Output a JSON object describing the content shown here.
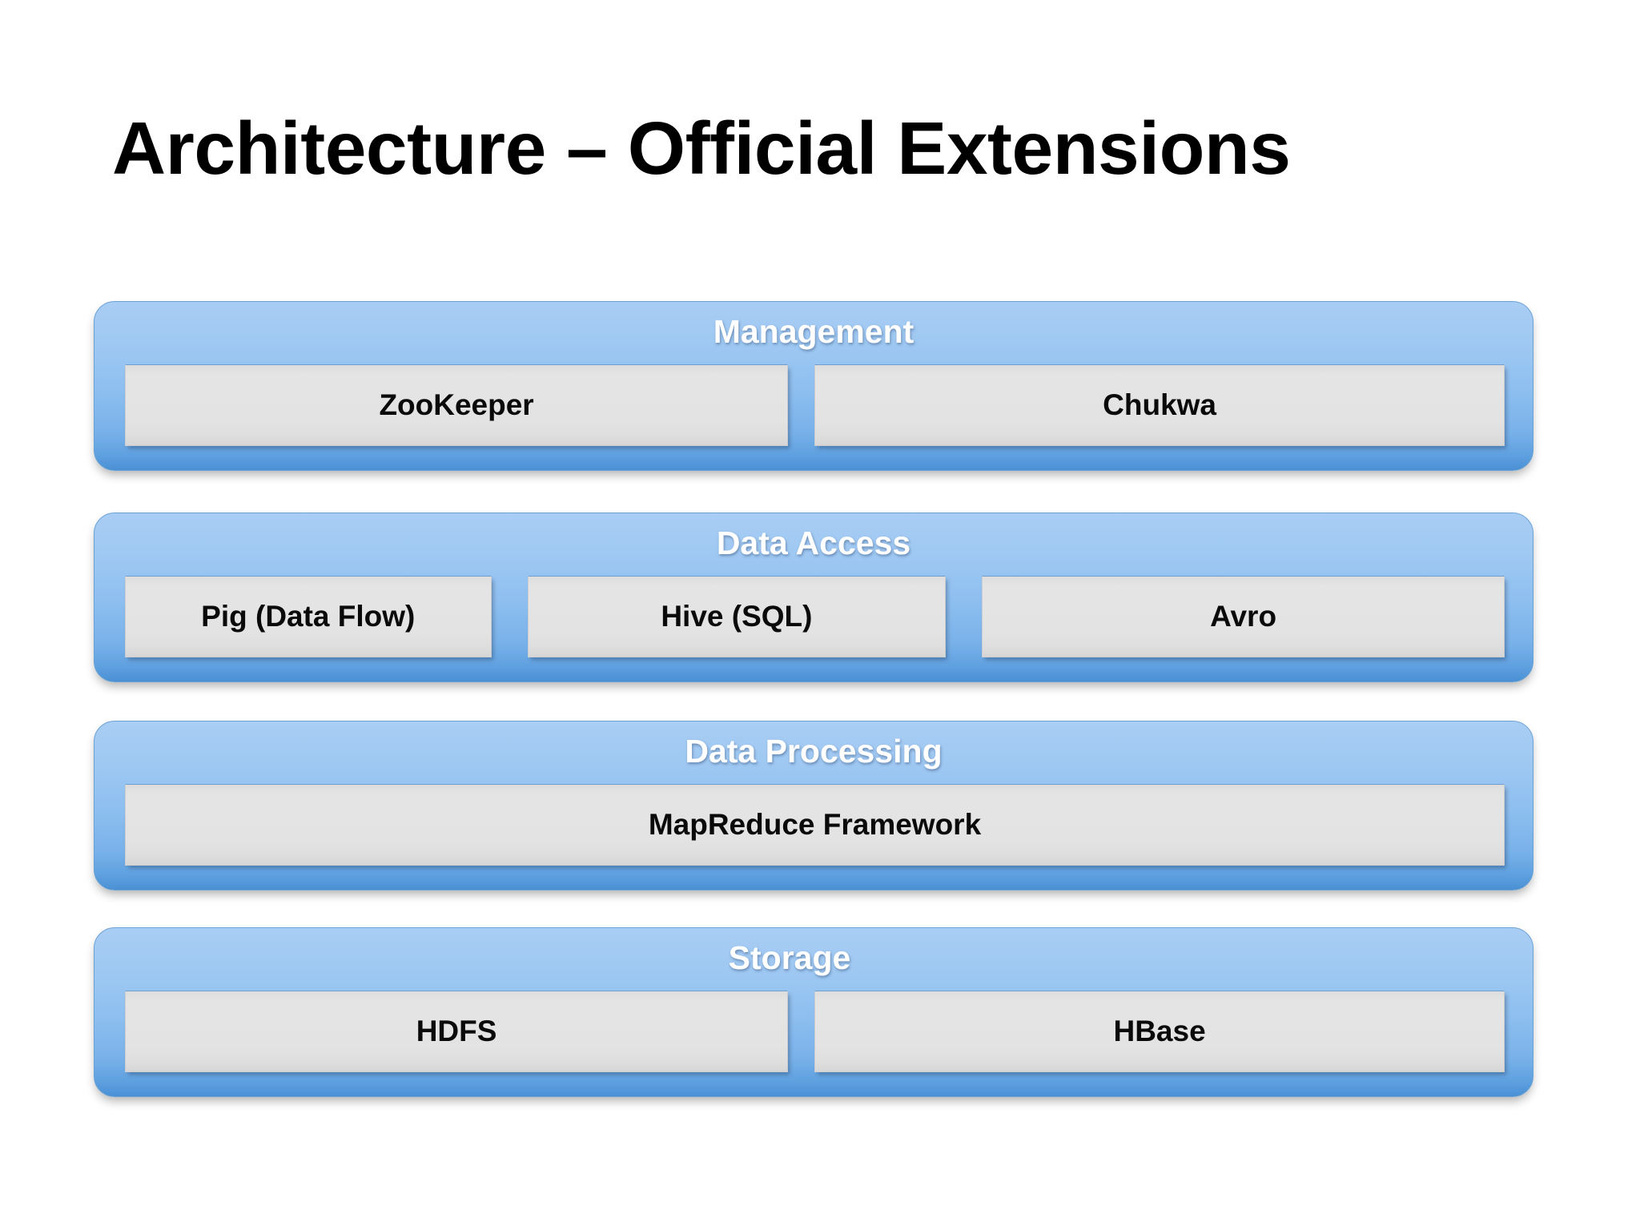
{
  "slide": {
    "title": "Architecture – Official Extensions",
    "background_color": "#ffffff"
  },
  "theme": {
    "layer_fill_top": "#a9cdf4",
    "layer_fill_bottom": "#4a90d4",
    "layer_border": "#6ba2d4",
    "layer_title_color": "#ffffff",
    "component_fill": "#e3e3e3",
    "component_border": "#c9cdd1",
    "component_text_color": "#0a0a0a"
  },
  "layers": [
    {
      "id": "management",
      "title": "Management",
      "components": [
        {
          "label": "ZooKeeper",
          "flex": 49
        },
        {
          "label": "Chukwa",
          "flex": 51
        }
      ]
    },
    {
      "id": "data-access",
      "title": "Data Access",
      "components": [
        {
          "label": "Pig (Data Flow)",
          "flex": 28
        },
        {
          "label": "Hive (SQL)",
          "flex": 32
        },
        {
          "label": "Avro",
          "flex": 40
        }
      ]
    },
    {
      "id": "data-processing",
      "title": "Data Processing",
      "components": [
        {
          "label": "MapReduce Framework",
          "flex": 100
        }
      ]
    },
    {
      "id": "storage",
      "title": "Storage",
      "components": [
        {
          "label": "HDFS",
          "flex": 49
        },
        {
          "label": "HBase",
          "flex": 51
        }
      ]
    }
  ]
}
